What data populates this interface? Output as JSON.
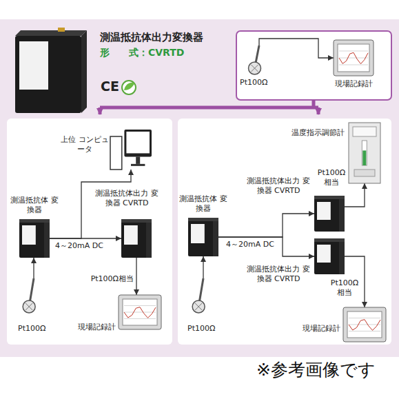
{
  "diagram": {
    "title": "測温抵抗体出力変換器",
    "nodes": [
      {
        "text": [
          "Pt100Ω"
        ]
      },
      {
        "text": [
          "現場記録計"
        ]
      },
      {
        "text": [
          "上位 コンピュータ"
        ]
      },
      {
        "text": [
          "測温抵抗体 変換器"
        ]
      },
      {
        "text": [
          "測温抵抗体出力 変換器 CVRTD"
        ]
      },
      {
        "text": [
          "現場記録計"
        ]
      },
      {
        "text": [
          "Pt100Ω"
        ]
      },
      {
        "text": [
          "温度指示調節計"
        ]
      },
      {
        "text": [
          "測温抵抗体 変換器"
        ]
      },
      {
        "text": [
          "測温抵抗体出力 変換器 CVRTD"
        ]
      },
      {
        "text": [
          "測温抵抗体出力 変換器 CVRTD"
        ]
      },
      {
        "text": [
          "現場記録計"
        ]
      },
      {
        "text": [
          "Pt100Ω"
        ]
      }
    ],
    "edges": [
      {
        "from": 0,
        "to": 1,
        "arrow": "to"
      },
      {
        "from": 6,
        "to": 3,
        "arrow": "to"
      },
      {
        "from": 3,
        "to": 4,
        "label": "4～20mA DC",
        "arrow": "to"
      },
      {
        "from": 3,
        "to": 2,
        "arrow": "to"
      },
      {
        "from": 4,
        "to": 5,
        "label": "Pt100Ω相当",
        "arrow": "to"
      },
      {
        "from": 12,
        "to": 8,
        "arrow": "to"
      },
      {
        "from": 8,
        "to": 9,
        "label": "4～20mA DC",
        "arrow": "to"
      },
      {
        "from": 8,
        "to": 10,
        "arrow": "to"
      },
      {
        "from": 9,
        "to": 7,
        "label": "Pt100Ω 相当",
        "arrow": "to"
      },
      {
        "from": 10,
        "to": 11,
        "label": "Pt100Ω 相当",
        "arrow": "to"
      }
    ],
    "labels": [
      "形　　式：CVRTD",
      "CE",
      "※参考画像です"
    ]
  }
}
